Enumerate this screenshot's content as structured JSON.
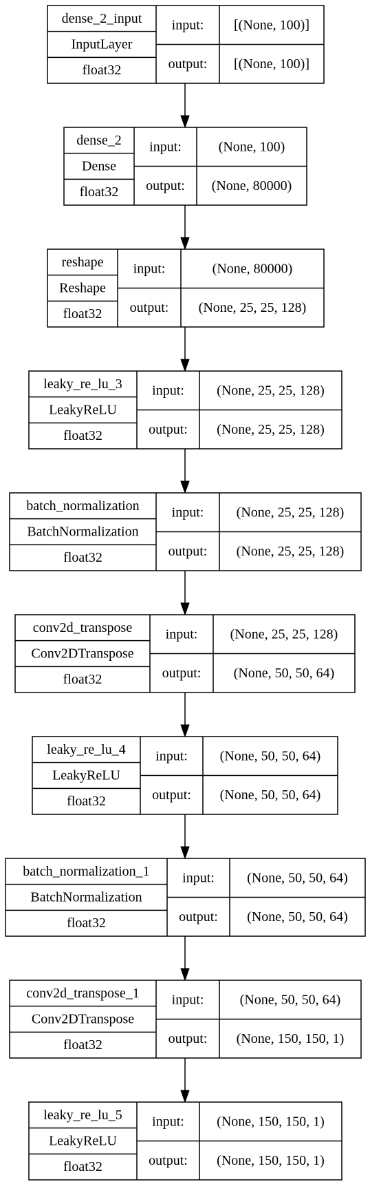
{
  "labels": {
    "input": "input:",
    "output": "output:"
  },
  "layers": [
    {
      "name": "dense_2_input",
      "type": "InputLayer",
      "dtype": "float32",
      "input": "[(None, 100)]",
      "output": "[(None, 100)]"
    },
    {
      "name": "dense_2",
      "type": "Dense",
      "dtype": "float32",
      "input": "(None, 100)",
      "output": "(None, 80000)"
    },
    {
      "name": "reshape",
      "type": "Reshape",
      "dtype": "float32",
      "input": "(None, 80000)",
      "output": "(None, 25, 25, 128)"
    },
    {
      "name": "leaky_re_lu_3",
      "type": "LeakyReLU",
      "dtype": "float32",
      "input": "(None, 25, 25, 128)",
      "output": "(None, 25, 25, 128)"
    },
    {
      "name": "batch_normalization",
      "type": "BatchNormalization",
      "dtype": "float32",
      "input": "(None, 25, 25, 128)",
      "output": "(None, 25, 25, 128)"
    },
    {
      "name": "conv2d_transpose",
      "type": "Conv2DTranspose",
      "dtype": "float32",
      "input": "(None, 25, 25, 128)",
      "output": "(None, 50, 50, 64)"
    },
    {
      "name": "leaky_re_lu_4",
      "type": "LeakyReLU",
      "dtype": "float32",
      "input": "(None, 50, 50, 64)",
      "output": "(None, 50, 50, 64)"
    },
    {
      "name": "batch_normalization_1",
      "type": "BatchNormalization",
      "dtype": "float32",
      "input": "(None, 50, 50, 64)",
      "output": "(None, 50, 50, 64)"
    },
    {
      "name": "conv2d_transpose_1",
      "type": "Conv2DTranspose",
      "dtype": "float32",
      "input": "(None, 50, 50, 64)",
      "output": "(None, 150, 150, 1)"
    },
    {
      "name": "leaky_re_lu_5",
      "type": "LeakyReLU",
      "dtype": "float32",
      "input": "(None, 150, 150, 1)",
      "output": "(None, 150, 150, 1)"
    }
  ]
}
